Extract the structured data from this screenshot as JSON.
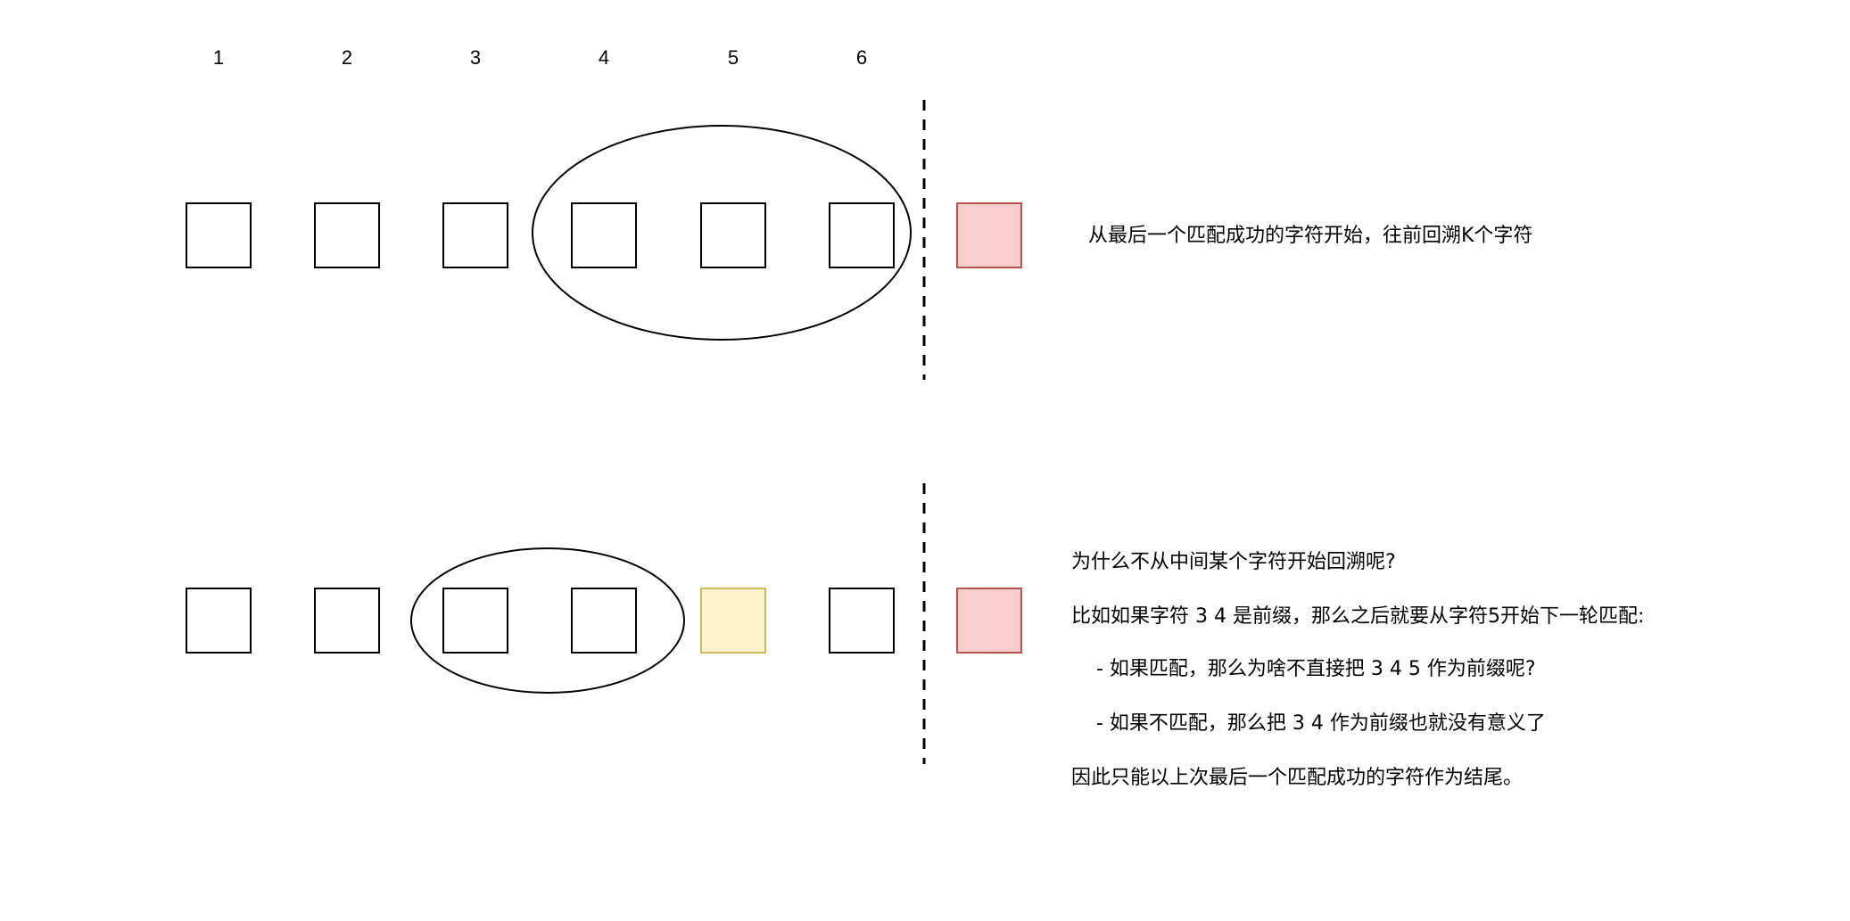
{
  "indices": [
    "1",
    "2",
    "3",
    "4",
    "5",
    "6"
  ],
  "colors": {
    "red_fill": "#f8cecc",
    "red_stroke": "#b85450",
    "yellow_fill": "#fff2cc",
    "yellow_stroke": "#d6b656"
  },
  "top_note": "从最后一个匹配成功的字符开始，往前回溯K个字符",
  "bottom_notes": [
    "为什么不从中间某个字符开始回溯呢?",
    "比如如果字符 3 4 是前缀，那么之后就要从字符5开始下一轮匹配:",
    "    - 如果匹配，那么为啥不直接把 3 4 5 作为前缀呢?",
    "    - 如果不匹配，那么把 3 4 作为前缀也就没有意义了",
    "因此只能以上次最后一个匹配成功的字符作为结尾。"
  ]
}
